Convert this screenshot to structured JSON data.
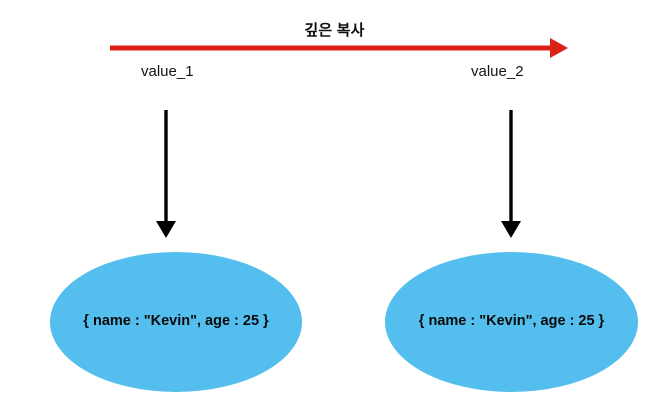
{
  "diagram": {
    "title": "깊은 복사",
    "background_color": "#ffffff",
    "arrow_color": "#DC2116",
    "node_fill_color": "#54BFEF",
    "pointer_arrow_color": "#000000",
    "text_color": "#141414"
  },
  "flow": {
    "title": "깊은 복사",
    "arrow_name": "deep-copy-arrow"
  },
  "variables": [
    {
      "label": "value_1",
      "pointer_name": "pointer-arrow-value-1"
    },
    {
      "label": "value_2",
      "pointer_name": "pointer-arrow-value-2"
    }
  ],
  "nodes": [
    {
      "id": "object-left",
      "text": "{ name : \"Kevin\", age : 25 }",
      "fill": "#54BFEF"
    },
    {
      "id": "object-right",
      "text": "{ name : \"Kevin\", age : 25 }",
      "fill": "#54BFEF"
    }
  ]
}
